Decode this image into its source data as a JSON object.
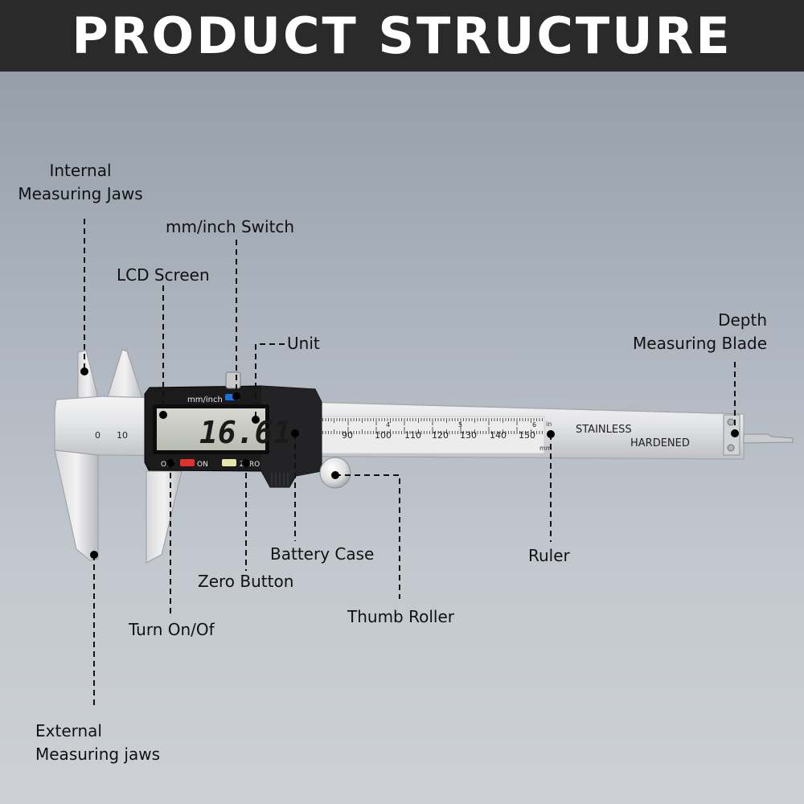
{
  "header": {
    "title": "PRODUCT STRUCTURE"
  },
  "callouts": {
    "internal_jaws": [
      "Internal",
      "Measuring Jaws"
    ],
    "mm_inch_switch": "mm/inch Switch",
    "lcd_screen": "LCD Screen",
    "unit": "Unit",
    "depth_blade": [
      "Depth",
      "Measuring Blade"
    ],
    "battery_case": "Battery Case",
    "ruler": "Ruler",
    "zero_button": "Zero Button",
    "thumb_roller": "Thumb Roller",
    "turn_on_off": "Turn On/Of",
    "external_jaws": [
      "External",
      "Measuring jaws"
    ]
  },
  "device": {
    "display_reading": "16.61",
    "switch_label": "mm/inch",
    "on_label": "ON",
    "off_label": "OFF",
    "zero_label": "ZERO",
    "stamp_line1": "STAINLESS",
    "stamp_line2": "HARDENED",
    "unit_in": "in",
    "unit_mm": "mm",
    "scale_numbers": [
      "0",
      "10",
      "90",
      "100",
      "110",
      "120",
      "130",
      "140",
      "150"
    ],
    "inch_numbers": [
      "4",
      "5",
      "6"
    ]
  },
  "colors": {
    "header_bg": "#2a2a2a",
    "on_button": "#e03030",
    "zero_button": "#e8e4b0",
    "switch_button": "#1e6fd9",
    "lcd": "#c9ccc4"
  }
}
